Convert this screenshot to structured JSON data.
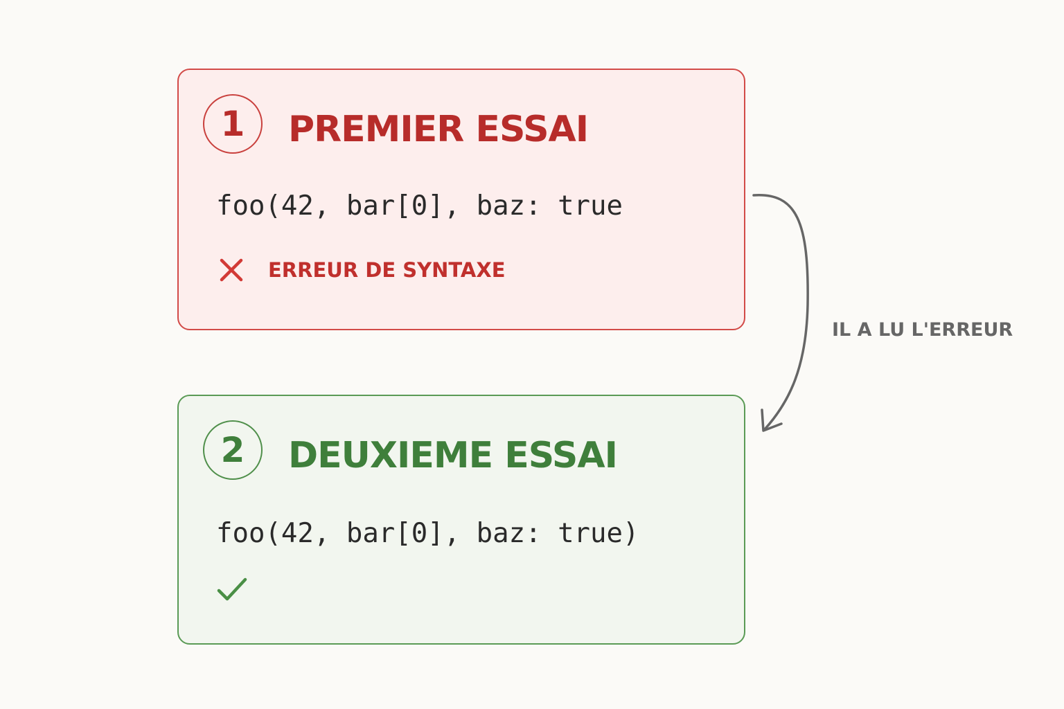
{
  "attempts": [
    {
      "number": "1",
      "title": "PREMIER ESSAI",
      "code": "foo(42, bar[0], baz: true",
      "status": "error",
      "status_icon": "cross-icon",
      "status_label": "ERREUR DE SYNTAXE",
      "color": "#b72c2a"
    },
    {
      "number": "2",
      "title": "DEUXIEME ESSAI",
      "code": "foo(42, bar[0], baz: true)",
      "status": "success",
      "status_icon": "checkmark-icon",
      "color": "#3f7f3b"
    }
  ],
  "connector": {
    "label": "IL A LU L'ERREUR",
    "icon": "curved-arrow-icon"
  }
}
